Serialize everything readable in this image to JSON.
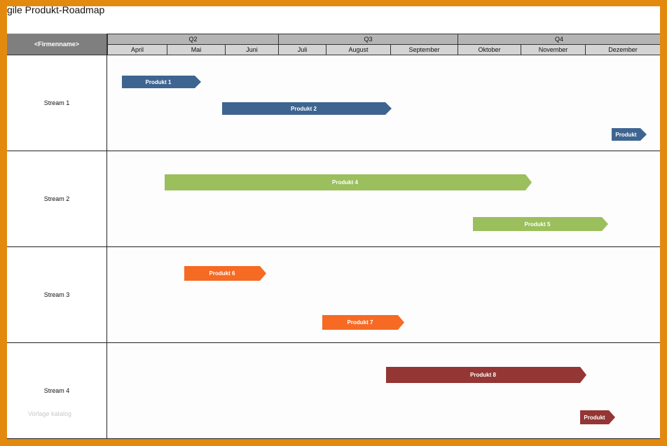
{
  "title": "gile Produkt-Roadmap",
  "company_label": "<Firmenname>",
  "quarters": [
    "Q2",
    "Q3",
    "Q4"
  ],
  "months": [
    "April",
    "Mai",
    "Juni",
    "Juli",
    "August",
    "September",
    "Oktober",
    "November",
    "Dezember"
  ],
  "streams": [
    {
      "label": "Stream 1",
      "color": "#3e6590",
      "products": [
        "Produkt 1",
        "Produkt 2",
        "Produkt"
      ]
    },
    {
      "label": "Stream 2",
      "color": "#9bbf5c",
      "products": [
        "Produkt 4",
        "Produkt 5"
      ]
    },
    {
      "label": "Stream 3",
      "color": "#f66a24",
      "products": [
        "Produkt 6",
        "Produkt 7"
      ]
    },
    {
      "label": "Stream 4",
      "color": "#943634",
      "products": [
        "Produkt 8",
        "Produkt"
      ]
    }
  ],
  "watermark": "Vorlage katalog"
}
